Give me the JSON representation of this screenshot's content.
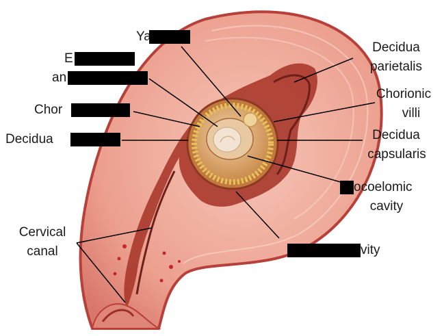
{
  "labels": {
    "yolk_sac": "Ya",
    "embryo_line1": "E",
    "embryo_line2": "an",
    "chorion": "Chor",
    "decidua_basalis": "Decidua",
    "decidua_parietalis_1": "Decidua",
    "decidua_parietalis_2": "parietalis",
    "chorionic_villi_1": "Chorionic",
    "chorionic_villi_2": "villi",
    "decidua_capsularis_1": "Decidua",
    "decidua_capsularis_2": "capsularis",
    "exocoelomic_1": "ocoelomic",
    "exocoelomic_2": "cavity",
    "cervical_canal_1": "Cervical",
    "cervical_canal_2": "canal",
    "uterine_cavity": "vity"
  },
  "colors": {
    "uterine_wall": "#e89a8a",
    "wall_outline": "#b8403a",
    "decidua": "#a8392c",
    "chorion_ring": "#d9a64c",
    "amnion": "#e9c9a2",
    "embryo": "#f3e3d2",
    "leader_line": "#000000"
  }
}
